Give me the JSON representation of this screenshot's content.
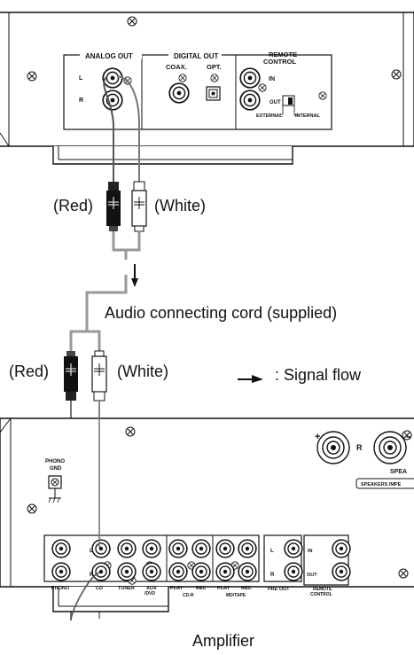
{
  "player": {
    "analog_out": "ANALOG OUT",
    "l": "L",
    "r": "R",
    "digital_out": "DIGITAL OUT",
    "coax": "COAX.",
    "opt": "OPT.",
    "remote_control_line1": "REMOTE",
    "remote_control_line2": "CONTROL",
    "in": "IN",
    "out": "OUT",
    "external": "EXTERNAL",
    "internal": "INTERNAL"
  },
  "labels": {
    "red_top": "(Red)",
    "white_top": "(White)",
    "cord": "Audio connecting cord (supplied)",
    "red_bottom": "(Red)",
    "white_bottom": "(White)",
    "signal_flow": ":  Signal flow",
    "amplifier": "Amplifier"
  },
  "amplifier": {
    "phono_gnd_line1": "PHONO",
    "phono_gnd_line2": "GND",
    "speaker_plus": "+",
    "speaker_r": "R",
    "speaker_minus": "–",
    "speakers_short": "SPEA",
    "speakers_impedance": "SPEAKERS IMPE",
    "l": "L",
    "r": "R",
    "phono": "PHONO",
    "cd": "CD",
    "tuner": "TUNER",
    "aux_line1": "AUX",
    "aux_line2": "/DVD",
    "play": "PLAY",
    "rec": "REC",
    "cd_r": "CD-R",
    "play2": "PLAY",
    "rec2": "REC",
    "md_tape": "MD/TAPE",
    "pre_out": "PRE OUT",
    "remote_in": "IN",
    "remote_out": "OUT",
    "remote_line1": "REMOTE",
    "remote_line2": "CONTROL"
  }
}
